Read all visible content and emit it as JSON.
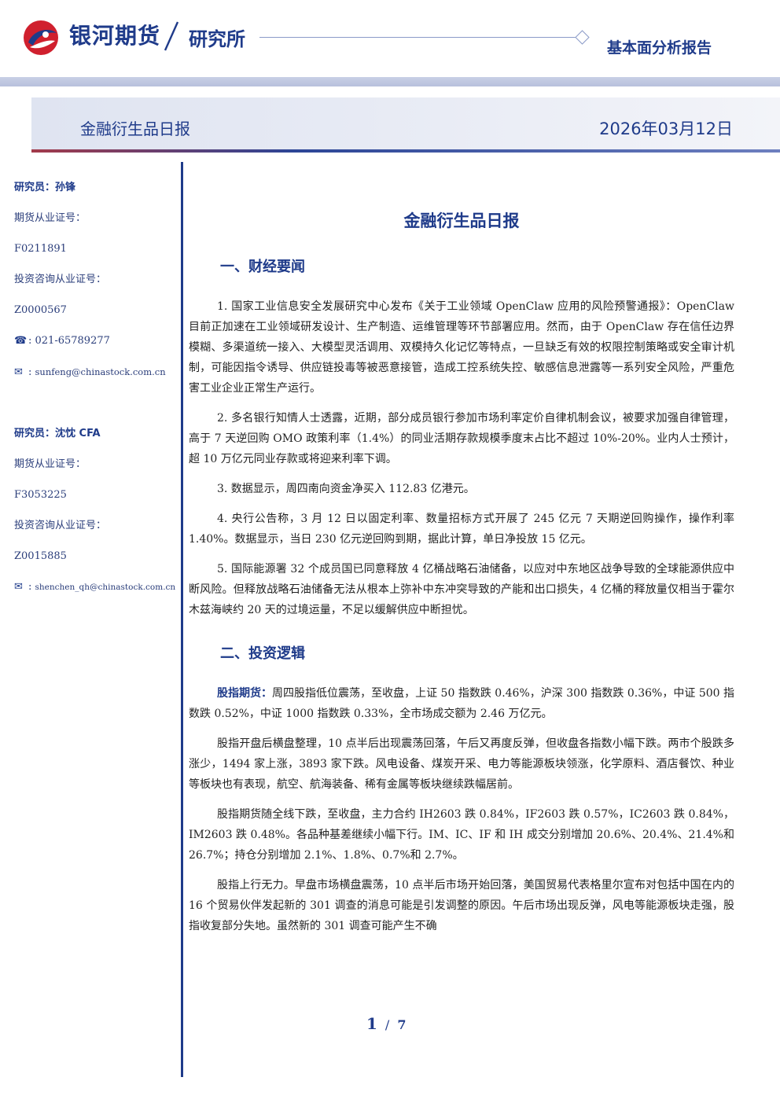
{
  "header": {
    "brand": "银河期货",
    "institute": "研究所",
    "report_type": "基本面分析报告",
    "colors": {
      "primary": "#1f3b8a",
      "logo_red": "#d0202e"
    }
  },
  "title_bar": {
    "title": "金融衍生品日报",
    "date": "2026年03月12日"
  },
  "sidebar": {
    "analysts": [
      {
        "name_line": "研究员：孙锋",
        "license_label": "期货从业证号：",
        "license_no": "F0211891",
        "consult_label": "投资咨询从业证号：",
        "consult_no": "Z0000567",
        "phone": "021-65789277",
        "email": "sunfeng@chinastock.com.cn"
      },
      {
        "name_line": "研究员：沈忱 CFA",
        "license_label": "期货从业证号：",
        "license_no": "F3053225",
        "consult_label": "投资咨询从业证号：",
        "consult_no": "Z0015885",
        "email": "shenchen_qh@chinastock.com.cn"
      }
    ]
  },
  "main": {
    "title": "金融衍生品日报",
    "section1": {
      "heading": "一、财经要闻",
      "items": [
        "1. 国家工业信息安全发展研究中心发布《关于工业领域 OpenClaw 应用的风险预警通报》：OpenClaw 目前正加速在工业领域研发设计、生产制造、运维管理等环节部署应用。然而，由于 OpenClaw 存在信任边界模糊、多渠道统一接入、大模型灵活调用、双模持久化记忆等特点，一旦缺乏有效的权限控制策略或安全审计机制，可能因指令诱导、供应链投毒等被恶意接管，造成工控系统失控、敏感信息泄露等一系列安全风险，严重危害工业企业正常生产运行。",
        "2. 多名银行知情人士透露，近期，部分成员银行参加市场利率定价自律机制会议，被要求加强自律管理，高于 7 天逆回购 OMO 政策利率（1.4%）的同业活期存款规模季度末占比不超过 10%-20%。业内人士预计，超 10 万亿元同业存款或将迎来利率下调。",
        "3. 数据显示，周四南向资金净买入 112.83 亿港元。",
        "4. 央行公告称，3 月 12 日以固定利率、数量招标方式开展了 245 亿元 7 天期逆回购操作，操作利率 1.40%。数据显示，当日 230 亿元逆回购到期，据此计算，单日净投放 15 亿元。",
        "5. 国际能源署 32 个成员国已同意释放 4 亿桶战略石油储备，以应对中东地区战争导致的全球能源供应中断风险。但释放战略石油储备无法从根本上弥补中东冲突导致的产能和出口损失，4 亿桶的释放量仅相当于霍尔木兹海峡约 20 天的过境运量，不足以缓解供应中断担忧。"
      ]
    },
    "section2": {
      "heading": "二、投资逻辑",
      "lead_label": "股指期货：",
      "lead_text": "周四股指低位震荡，至收盘，上证 50 指数跌 0.46%，沪深 300 指数跌 0.36%，中证 500 指数跌 0.52%，中证 1000 指数跌 0.33%，全市场成交额为 2.46 万亿元。",
      "paragraphs": [
        "股指开盘后横盘整理，10 点半后出现震荡回落，午后又再度反弹，但收盘各指数小幅下跌。两市个股跌多涨少，1494 家上涨，3893 家下跌。风电设备、煤炭开采、电力等能源板块领涨，化学原料、酒店餐饮、种业等板块也有表现，航空、航海装备、稀有金属等板块继续跌幅居前。",
        "股指期货随全线下跌，至收盘，主力合约 IH2603 跌 0.84%，IF2603 跌 0.57%，IC2603 跌 0.84%，IM2603 跌 0.48%。各品种基差继续小幅下行。IM、IC、IF 和 IH 成交分别增加 20.6%、20.4%、21.4%和 26.7%；持仓分别增加 2.1%、1.8%、0.7%和 2.7%。",
        "股指上行无力。早盘市场横盘震荡，10 点半后市场开始回落，美国贸易代表格里尔宣布对包括中国在内的 16 个贸易伙伴发起新的 301 调查的消息可能是引发调整的原因。午后市场出现反弹，风电等能源板块走强，股指收复部分失地。虽然新的 301 调查可能产生不确"
      ]
    }
  },
  "footer": {
    "page_current": "1",
    "page_total": "7",
    "separator": "/"
  }
}
